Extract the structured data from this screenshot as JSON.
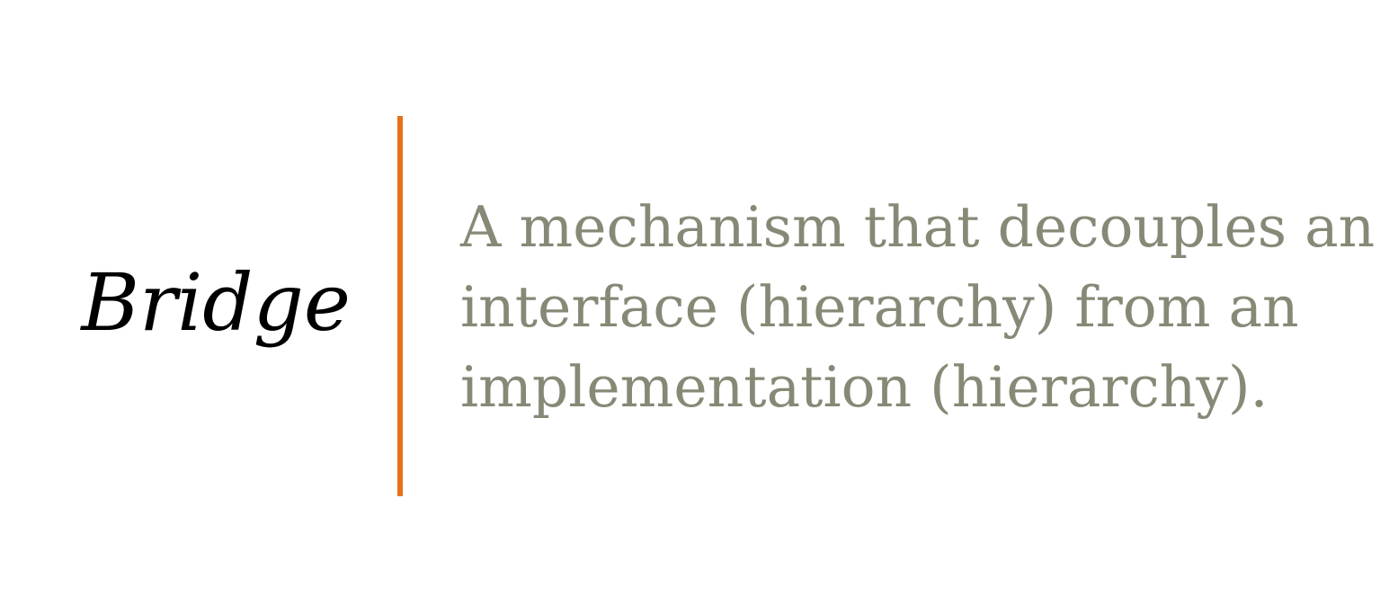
{
  "term": "Bridge",
  "definition_lines": [
    "A mechanism that decouples an",
    "interface (hierarchy) from an",
    "implementation (hierarchy)."
  ],
  "colors": {
    "term_text": "#000000",
    "divider": "#e8711a",
    "definition_text": "#858a76",
    "background": "#ffffff"
  }
}
